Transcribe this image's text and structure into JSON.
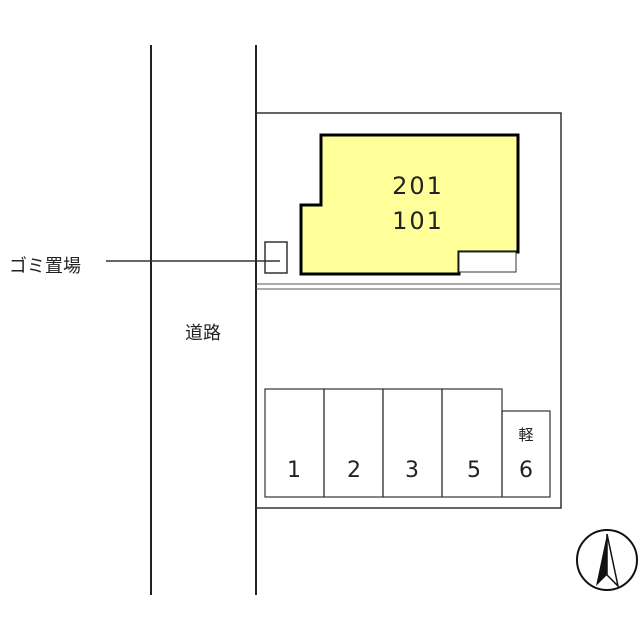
{
  "building": {
    "room_upper": "201",
    "room_lower": "101",
    "fill_color": "#ffff99"
  },
  "garbage": {
    "label": "ゴミ置場"
  },
  "road": {
    "label": "道路"
  },
  "parking": {
    "spots": [
      "1",
      "2",
      "3",
      "5",
      "6"
    ],
    "kei_label": "軽"
  },
  "colors": {
    "line": "#222222",
    "thin_line": "#555555",
    "building_outline": "#000000"
  }
}
